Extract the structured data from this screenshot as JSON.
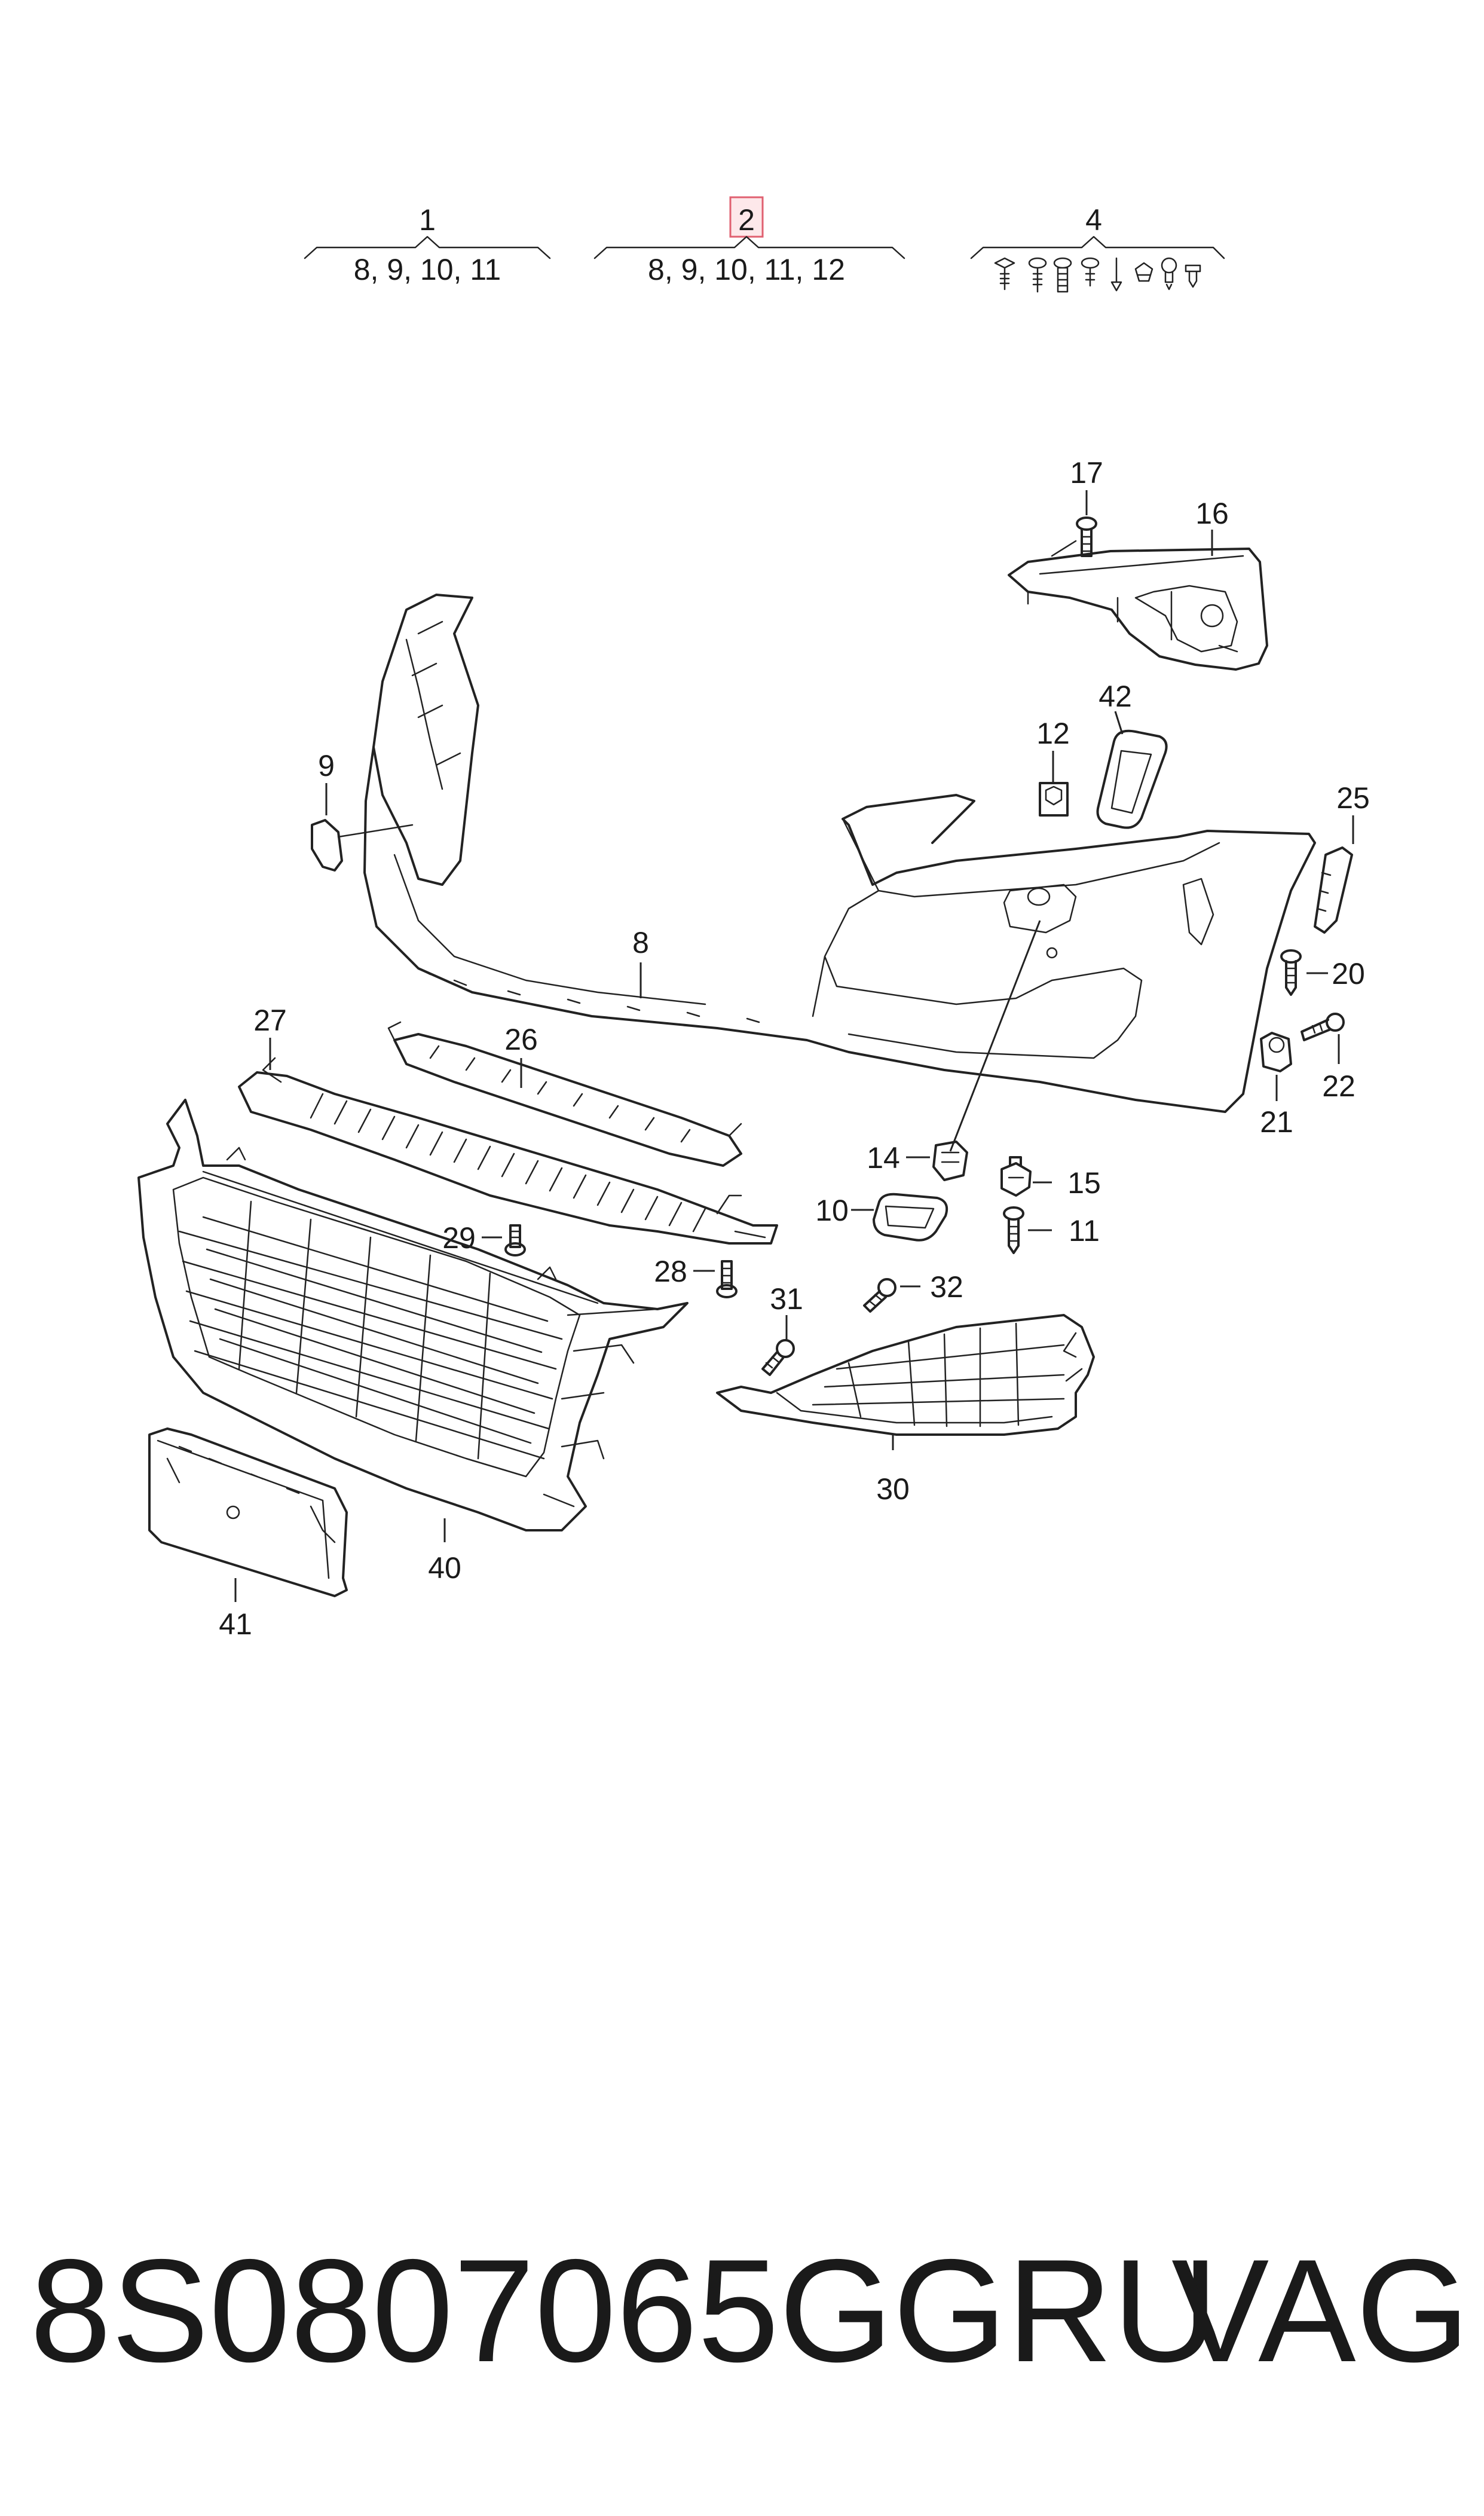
{
  "groups": [
    {
      "number": "1",
      "contents": "8, 9, 10, 11",
      "highlighted": false
    },
    {
      "number": "2",
      "contents": "8, 9, 10, 11, 12",
      "highlighted": true
    },
    {
      "number": "4",
      "contents": "",
      "highlighted": false
    }
  ],
  "callouts": {
    "c8": "8",
    "c9": "9",
    "c10": "10",
    "c11": "11",
    "c12": "12",
    "c14": "14",
    "c15": "15",
    "c16": "16",
    "c17": "17",
    "c20": "20",
    "c21": "21",
    "c22": "22",
    "c25": "25",
    "c26": "26",
    "c27": "27",
    "c28": "28",
    "c29": "29",
    "c30": "30",
    "c31": "31",
    "c32": "32",
    "c40": "40",
    "c41": "41",
    "c42": "42"
  },
  "footer": {
    "part_number": "8S0807065GGRU",
    "brand": "VAG"
  },
  "colors": {
    "line": "#222222",
    "highlight_box": "#e06070",
    "highlight_fill": "#fde8ea"
  }
}
